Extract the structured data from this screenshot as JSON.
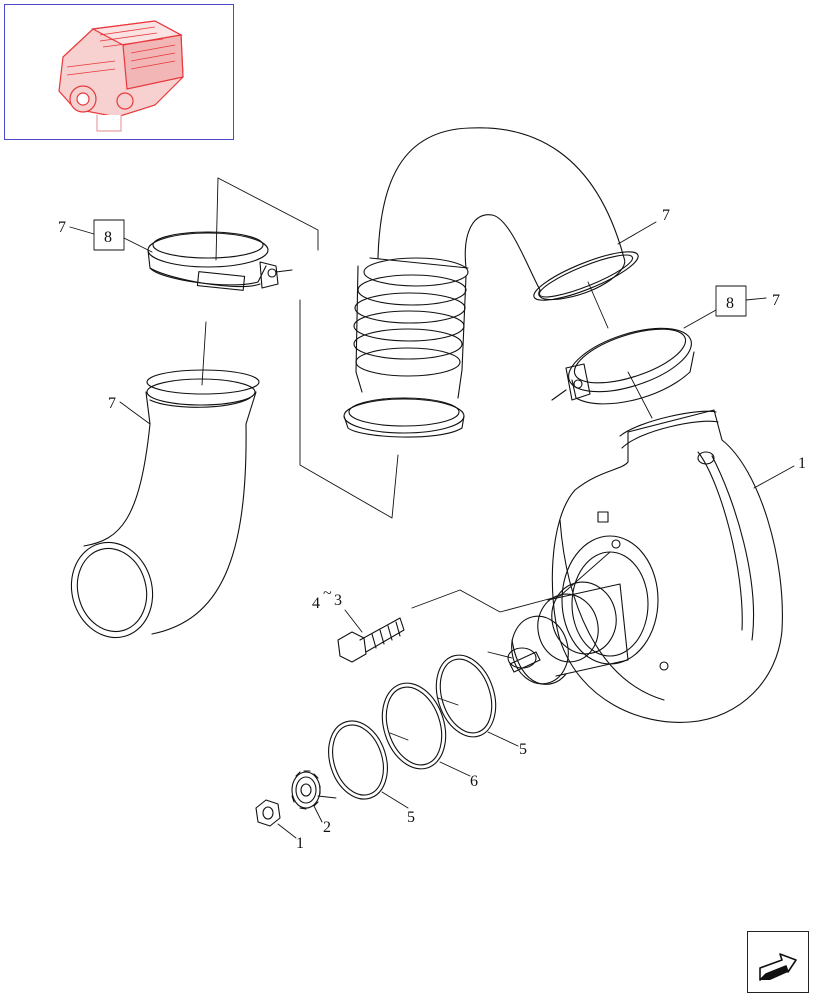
{
  "thumbnail": {
    "icon": "engine-thumbnail-icon",
    "accent": "#e8383c",
    "frame_color": "#4a4ac8"
  },
  "callouts": {
    "c7_top_left": "7",
    "c8_top_left": "8",
    "c7_top_right": "7",
    "c8_right": "8",
    "c7_right": "7",
    "c7_left_pipe": "7",
    "c1_turbo": "1",
    "c4": "4",
    "c3": "3",
    "c5_upper": "5",
    "c6": "6",
    "c5_lower": "5",
    "c2": "2",
    "c1_nut": "1"
  },
  "nav": {
    "icon": "next-page-arrow-icon"
  }
}
